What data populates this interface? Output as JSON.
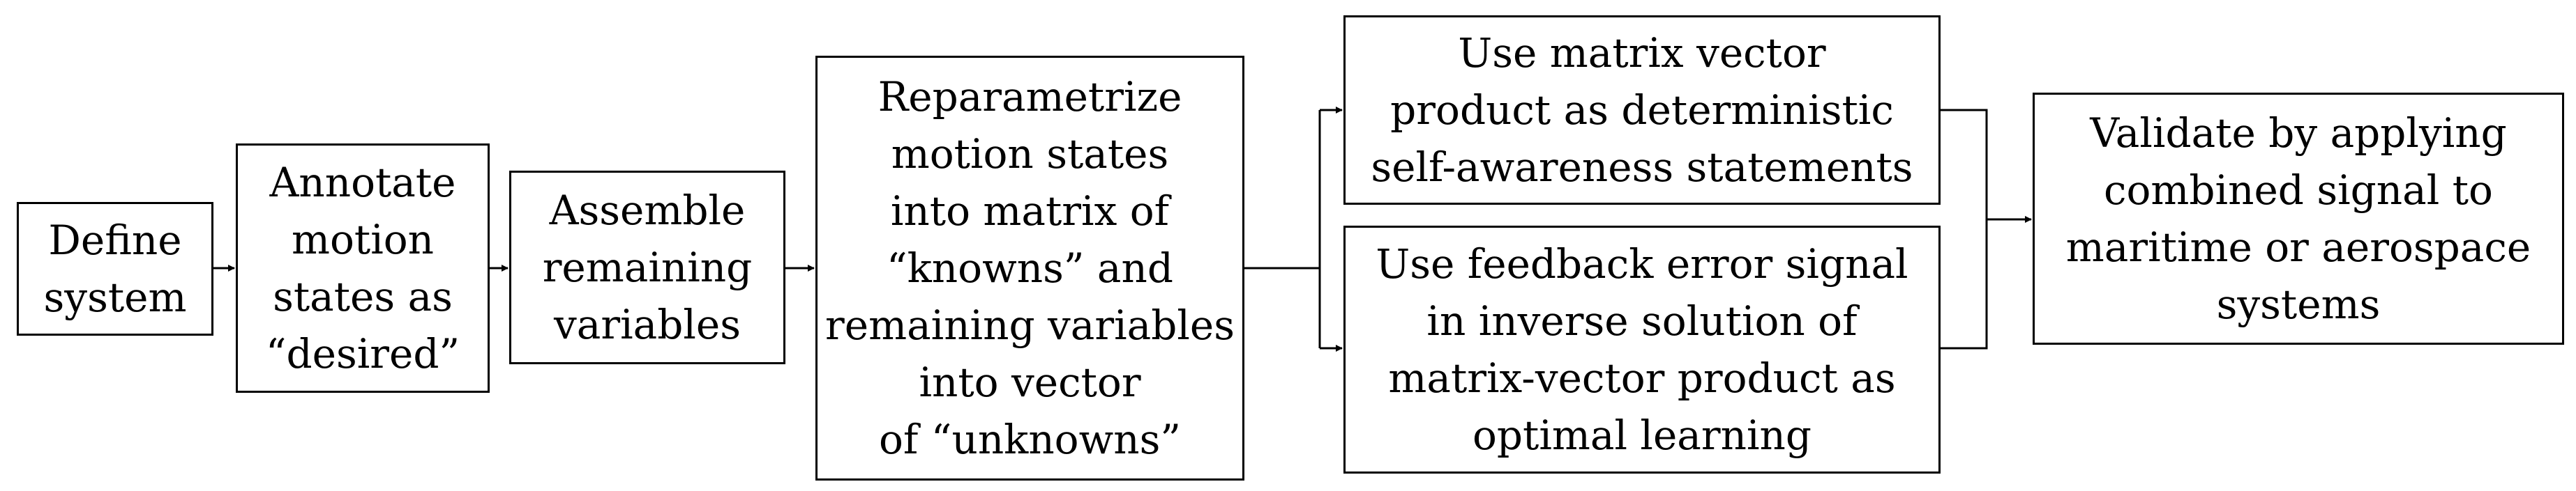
{
  "flowchart": {
    "steps": {
      "define": "Define\nsystem",
      "annotate": "Annotate\nmotion\nstates as\n“desired”",
      "assemble": "Assemble\nremaining\nvariables",
      "reparametrize": "Reparametrize\nmotion states\ninto matrix of\n“knowns” and\nremaining variables\ninto vector\nof “unknowns”",
      "matrix_vector": "Use matrix vector\nproduct as deterministic\nself-awareness statements",
      "feedback": "Use feedback error signal\nin inverse solution of\nmatrix-vector product as\noptimal learning",
      "validate": "Validate by applying\ncombined signal to\nmaritime or aerospace\nsystems"
    }
  }
}
